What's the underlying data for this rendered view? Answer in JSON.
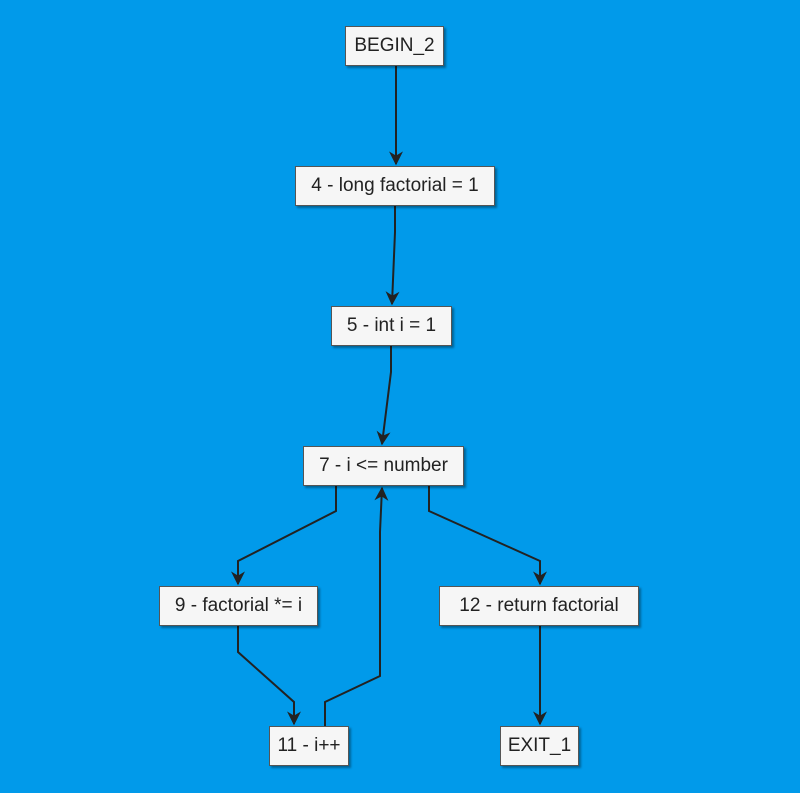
{
  "nodes": {
    "begin": "BEGIN_2",
    "factorial_init": "4 - long factorial = 1",
    "i_init": "5 - int i = 1",
    "condition": "7 - i <= number",
    "multiply": "9 - factorial *= i",
    "return": "12 - return factorial",
    "increment": "11 - i++",
    "exit": "EXIT_1"
  },
  "edges": [
    {
      "from": "begin",
      "to": "factorial_init"
    },
    {
      "from": "factorial_init",
      "to": "i_init"
    },
    {
      "from": "i_init",
      "to": "condition"
    },
    {
      "from": "condition",
      "to": "multiply"
    },
    {
      "from": "condition",
      "to": "return"
    },
    {
      "from": "multiply",
      "to": "increment"
    },
    {
      "from": "increment",
      "to": "condition"
    },
    {
      "from": "return",
      "to": "exit"
    }
  ],
  "colors": {
    "background": "#019AEA",
    "node_fill": "#F6F6F6",
    "node_border": "#555555",
    "edge": "#222222"
  }
}
